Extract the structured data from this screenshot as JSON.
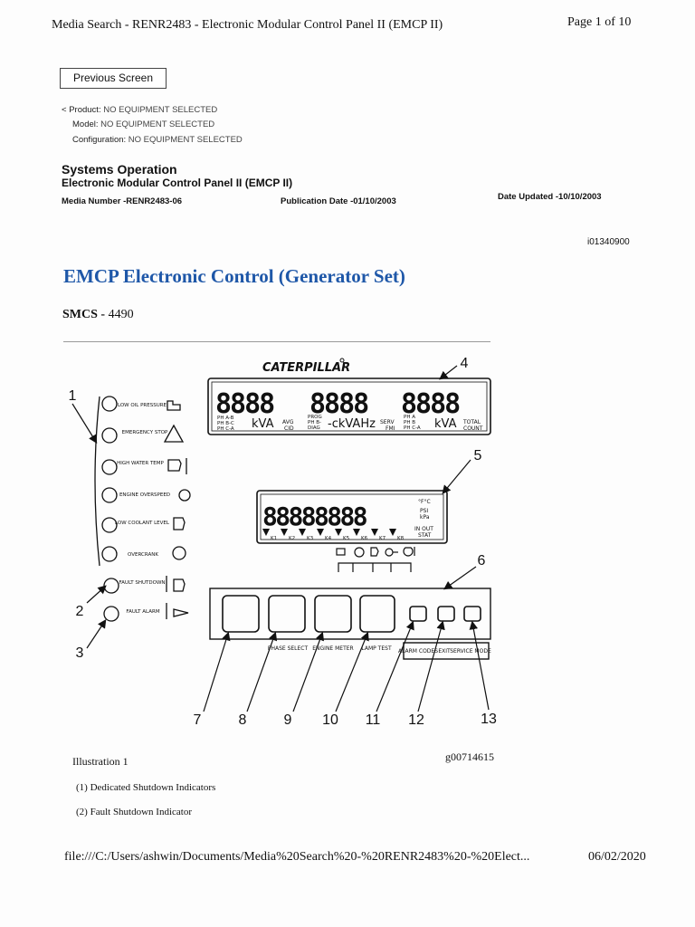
{
  "header": {
    "title": "Media Search - RENR2483 - Electronic Modular Control Panel II (EMCP II)",
    "page": "Page 1 of 10"
  },
  "previous_button": "Previous Screen",
  "meta": {
    "product_label": "Product:",
    "product_value": "NO EQUIPMENT SELECTED",
    "model_label": "Model:",
    "model_value": "NO EQUIPMENT SELECTED",
    "config_label": "Configuration:",
    "config_value": "NO EQUIPMENT SELECTED"
  },
  "doc": {
    "section": "Systems Operation",
    "subtitle": "Electronic Modular Control Panel II (EMCP II)",
    "media_number": "Media Number -RENR2483-06",
    "publication_date": "Publication Date -01/10/2003",
    "date_updated": "Date Updated -10/10/2003"
  },
  "image_id": "i01340900",
  "page_title": "EMCP Electronic Control (Generator Set)",
  "smcs": {
    "label": "SMCS - ",
    "code": "4490"
  },
  "diagram": {
    "brand": "CATERPILLAR",
    "indicators": [
      "LOW OIL PRESSURE",
      "EMERGENCY STOP",
      "HIGH WATER TEMP",
      "ENGINE OVERSPEED",
      "LOW COOLANT LEVEL",
      "OVERCRANK",
      "FAULT SHUTDOWN",
      "FAULT ALARM"
    ],
    "display_digits": [
      "8888",
      "8888",
      "8888"
    ],
    "display_upper_labels": [
      "kVA",
      "-ckVAHz",
      "kVA"
    ],
    "display_lower_labels": [
      "AVG",
      "CID",
      "PROG",
      "DIAG",
      "SERV",
      "FMI",
      "TOTAL",
      "COUNT"
    ],
    "lower_display_digits": "88888888",
    "lower_units": [
      "°F°C",
      "PSI",
      "kPa",
      "IN OUT",
      "STAT"
    ],
    "k_labels": [
      "K1",
      "K2",
      "K3",
      "K4",
      "K5",
      "K6",
      "K7",
      "K8"
    ],
    "button_labels": [
      "PHASE SELECT",
      "ENGINE METER",
      "LAMP TEST",
      "ALARM CODES",
      "EXIT",
      "SERVICE MODE"
    ],
    "callouts": [
      "1",
      "2",
      "3",
      "4",
      "5",
      "6",
      "7",
      "8",
      "9",
      "10",
      "11",
      "12",
      "13"
    ]
  },
  "illustration": {
    "label": "Illustration 1",
    "id": "g00714615"
  },
  "captions": [
    "(1) Dedicated Shutdown Indicators",
    "(2) Fault Shutdown Indicator"
  ],
  "footer": {
    "url": "file:///C:/Users/ashwin/Documents/Media%20Search%20-%20RENR2483%20-%20Elect...",
    "date": "06/02/2020"
  }
}
